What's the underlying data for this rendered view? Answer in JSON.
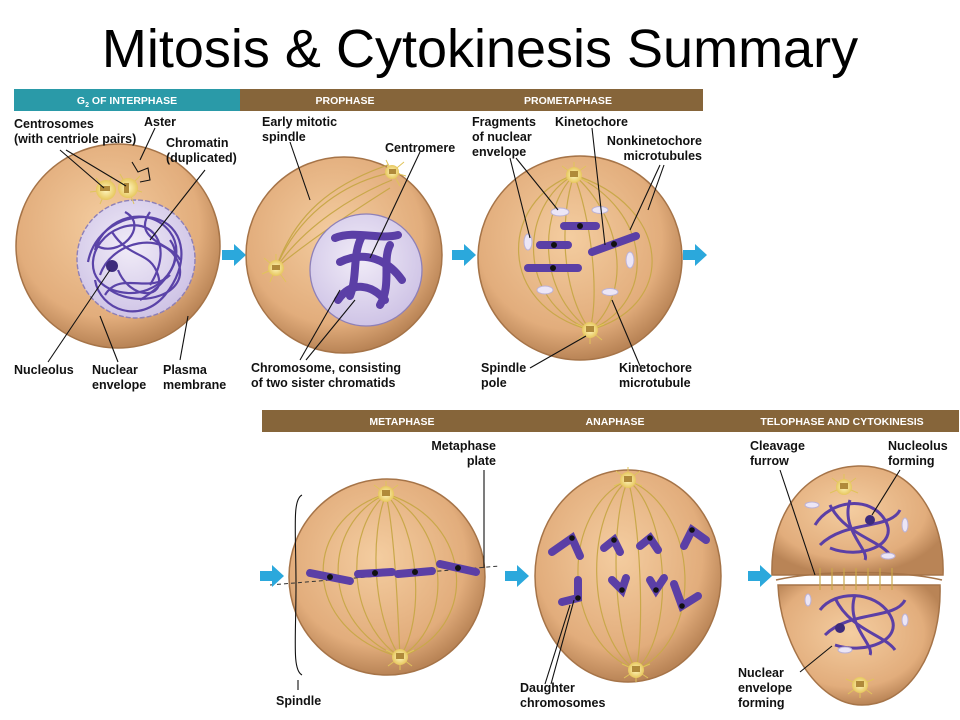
{
  "title": "Mitosis & Cytokinesis Summary",
  "phases_top": [
    {
      "part1": "G",
      "sub": "2",
      "part2": " OF INTERPHASE"
    },
    {
      "part1": "PROPHASE"
    },
    {
      "part1": "PROMETAPHASE"
    }
  ],
  "phases_bottom": [
    "METAPHASE",
    "ANAPHASE",
    "TELOPHASE AND CYTOKINESIS"
  ],
  "labels": {
    "centrosomes": [
      "Centrosomes",
      "(with centriole pairs)"
    ],
    "aster": "Aster",
    "chromatin": [
      "Chromatin",
      "(duplicated)"
    ],
    "nucleolus": "Nucleolus",
    "nuclear_envelope": [
      "Nuclear",
      "envelope"
    ],
    "plasma_membrane": [
      "Plasma",
      "membrane"
    ],
    "early_spindle": [
      "Early mitotic",
      "spindle"
    ],
    "centromere": "Centromere",
    "chromosome": [
      "Chromosome, consisting",
      "of two sister chromatids"
    ],
    "fragments": [
      "Fragments",
      "of nuclear",
      "envelope"
    ],
    "kinetochore": "Kinetochore",
    "nonkinetochore": [
      "Nonkinetochore",
      "microtubules"
    ],
    "spindle_pole": [
      "Spindle",
      "pole"
    ],
    "kinetochore_mt": [
      "Kinetochore",
      "microtubule"
    ],
    "metaphase_plate": [
      "Metaphase",
      "plate"
    ],
    "spindle": "Spindle",
    "daughter": [
      "Daughter",
      "chromosomes"
    ],
    "cleavage": [
      "Cleavage",
      "furrow"
    ],
    "nucleolus_forming": [
      "Nucleolus",
      "forming"
    ],
    "envelope_forming": [
      "Nuclear",
      "envelope",
      "forming"
    ]
  },
  "colors": {
    "bar_teal": "#2a9aa8",
    "bar_brown": "#86653a",
    "cell_fill": "#e8b887",
    "arrow": "#2ba8dc",
    "chromosome": "#5b3fa6"
  }
}
